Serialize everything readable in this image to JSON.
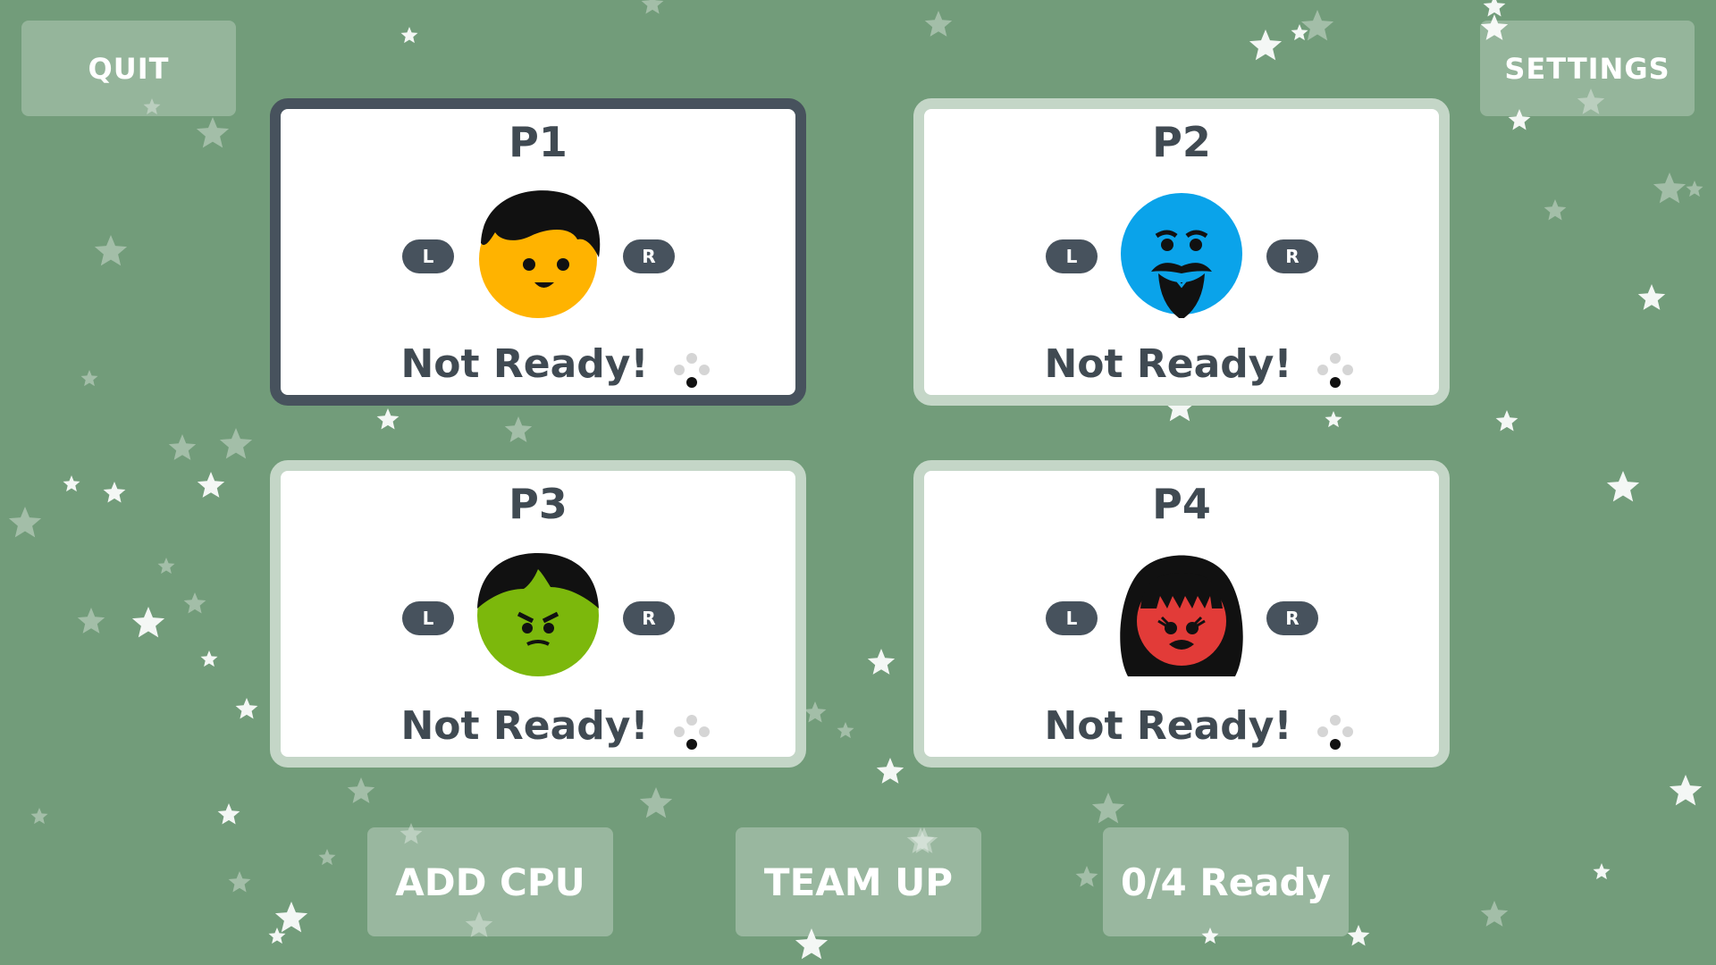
{
  "top": {
    "quit_label": "QUIT",
    "settings_label": "SETTINGS"
  },
  "players": [
    {
      "name": "P1",
      "left_label": "L",
      "right_label": "R",
      "status": "Not Ready!",
      "avatar": "orange-boy-black-hair",
      "color": "#ffb300",
      "selected": true
    },
    {
      "name": "P2",
      "left_label": "L",
      "right_label": "R",
      "status": "Not Ready!",
      "avatar": "blue-bearded-man",
      "color": "#0aa3ea",
      "selected": false
    },
    {
      "name": "P3",
      "left_label": "L",
      "right_label": "R",
      "status": "Not Ready!",
      "avatar": "green-angry-face",
      "color": "#7cb80c",
      "selected": false
    },
    {
      "name": "P4",
      "left_label": "L",
      "right_label": "R",
      "status": "Not Ready!",
      "avatar": "red-face-bob-hair",
      "color": "#e23b38",
      "selected": false
    }
  ],
  "bottom": {
    "add_cpu_label": "ADD CPU",
    "team_up_label": "TEAM UP",
    "ready_label": "0/4 Ready"
  },
  "colors": {
    "background": "#729c7a",
    "card_border": "#c4d6c7",
    "selected_border": "#47525d",
    "text": "#404a52"
  }
}
